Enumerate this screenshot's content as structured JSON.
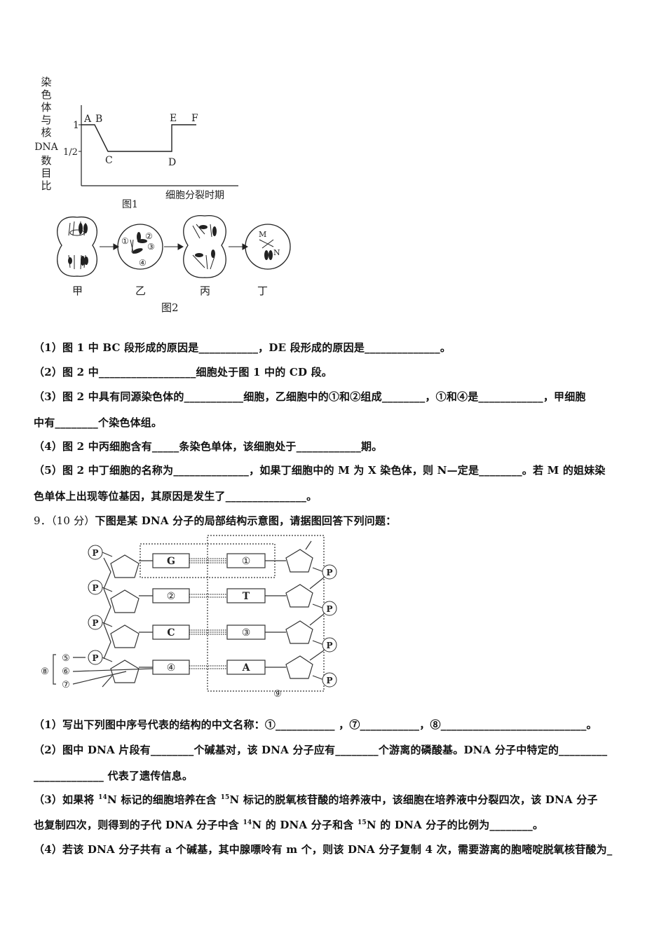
{
  "figure1": {
    "ylabel_chars": [
      "染",
      "色",
      "体",
      "与",
      "核",
      "DNA",
      "数",
      "目",
      "比"
    ],
    "tick_1": "1",
    "tick_half": "1/2",
    "points": [
      "A",
      "B",
      "C",
      "D",
      "E",
      "F"
    ],
    "xlabel": "细胞分裂时期",
    "caption": "图1"
  },
  "figure2": {
    "cells": [
      "甲",
      "乙",
      "丙",
      "丁"
    ],
    "yi_marks": [
      "①",
      "②",
      "③",
      "④"
    ],
    "ding_marks": [
      "M",
      "N"
    ],
    "caption": "图2"
  },
  "q8": {
    "l1": "（1）图 1 中 BC 段形成的原因是___________，DE 段形成的原因是______________。",
    "l2": "（2）图 2 中__________________细胞处于图 1 中的 CD 段。",
    "l3": "（3）图 2 中具有同源染色体的___________细胞，乙细胞中的①和②组成________，①和④是____________，甲细胞",
    "l4": "中有________个染色体组。",
    "l5": "（4）图 2 中丙细胞含有_____条染色单体，该细胞处于____________期。",
    "l6": "（5）图 2 中丁细胞的名称为______________，如果丁细胞中的 M 为 X 染色体，则 N—定是________。若 M 的姐妹染",
    "l7": "色单体上出现等位基因，其原因是发生了_______________。"
  },
  "q9": {
    "num": "9．（10 分）",
    "stem": "下图是某 DNA 分子的局部结构示意图，请据图回答下列问题：",
    "phosphate": "P",
    "left_bases": [
      "G",
      "②",
      "C",
      "④"
    ],
    "right_bases": [
      "①",
      "T",
      "③",
      "A"
    ],
    "labels": [
      "⑤",
      "⑥",
      "⑦",
      "⑧",
      "⑨"
    ],
    "l1": "（1）写出下列图中序号代表的结构的中文名称：①___________ ，⑦___________，⑧___________________________。",
    "l2": "（2）图中 DNA 片段有________个碱基对，该 DNA 分子应有________个游离的磷酸基。DNA 分子中特定的_________",
    "l3": "_____________ 代表了遗传信息。",
    "l4a": "（3）如果将 ",
    "sup14": "14",
    "l4b": "N 标记的细胞培养在含 ",
    "sup15": "15",
    "l4c": "N 标记的脱氧核苷酸的培养液中，该细胞在培养液中分裂四次，该 DNA 分子",
    "l5a": "也复制四次，则得到的子代 DNA 分子中含 ",
    "l5b": "N 的 DNA 分子和含 ",
    "l5c": "N 的 DNA 分子的比例为________。",
    "l6": "（4）若该 DNA 分子共有 a 个碱基，其中腺嘌呤有 m 个，则该 DNA 分子复制 4 次，需要游离的胞嘧啶脱氧核苷酸为_"
  }
}
